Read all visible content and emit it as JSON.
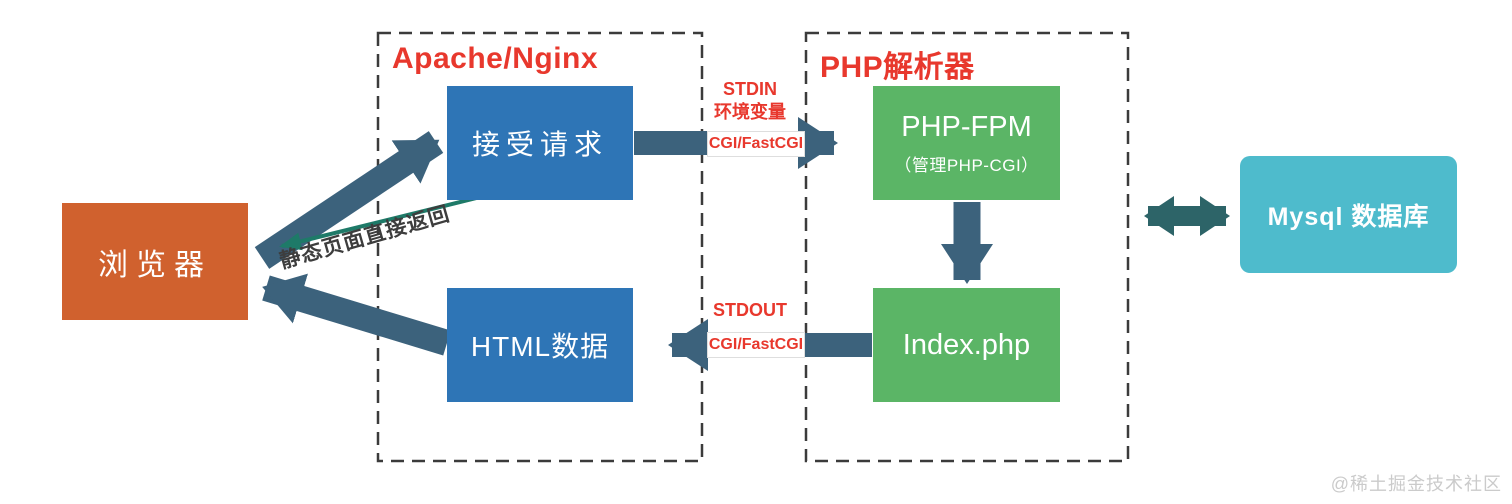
{
  "diagram": {
    "groups": {
      "apache": {
        "title": "Apache/Nginx"
      },
      "php": {
        "title": "PHP解析器"
      }
    },
    "nodes": {
      "browser": {
        "label": "浏览器",
        "color": "#d0612e"
      },
      "accept_request": {
        "label": "接受请求",
        "color": "#2e75b6"
      },
      "html_data": {
        "label": "HTML数据",
        "color": "#2e75b6"
      },
      "php_fpm": {
        "label": "PHP-FPM",
        "sublabel": "（管理PHP-CGI）",
        "color": "#5bb566"
      },
      "index_php": {
        "label": "Index.php",
        "color": "#5bb566"
      },
      "mysql": {
        "label": "Mysql 数据库",
        "color": "#4ebbcc"
      }
    },
    "edges": {
      "stdin": {
        "line1": "STDIN",
        "line2": "环境变量",
        "badge": "CGI/FastCGI"
      },
      "stdout": {
        "line1": "STDOUT",
        "badge": "CGI/FastCGI"
      },
      "static_return": {
        "label": "静态页面直接返回"
      }
    },
    "colors": {
      "arrow_slate": "#3c627c",
      "arrow_teal_double": "#2d6468",
      "arrow_thin_green": "#1e7a68",
      "label_red": "#e8382d",
      "dashed_border": "#3b3b3b"
    }
  },
  "watermark": {
    "text": "@稀土掘金技术社区"
  }
}
